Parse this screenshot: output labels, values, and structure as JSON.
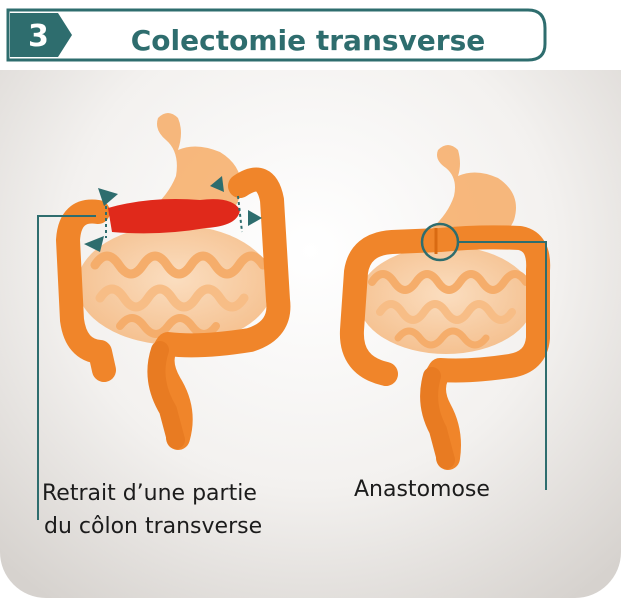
{
  "header": {
    "step_number": "3",
    "title": "Colectomie transverse"
  },
  "panels": {
    "left": {
      "caption_line1": "Retrait d’une partie",
      "caption_line2": "du côlon transverse"
    },
    "right": {
      "caption": "Anastomose"
    }
  },
  "colors": {
    "header_border": "#2e6d6e",
    "step_badge": "#2e6d6e",
    "title_text": "#2e6d6e",
    "colon": "#f0852a",
    "colon_dark": "#d96a12",
    "removed_segment": "#e0291b",
    "small_intestine": "#f7c393",
    "stomach": "#f6b06f",
    "leader_line": "#2e6d6e",
    "background_gradient_center": "#ffffff",
    "background_gradient_edge": "#d9d5d2"
  },
  "icons": [
    "scissor-arrow-icon"
  ]
}
